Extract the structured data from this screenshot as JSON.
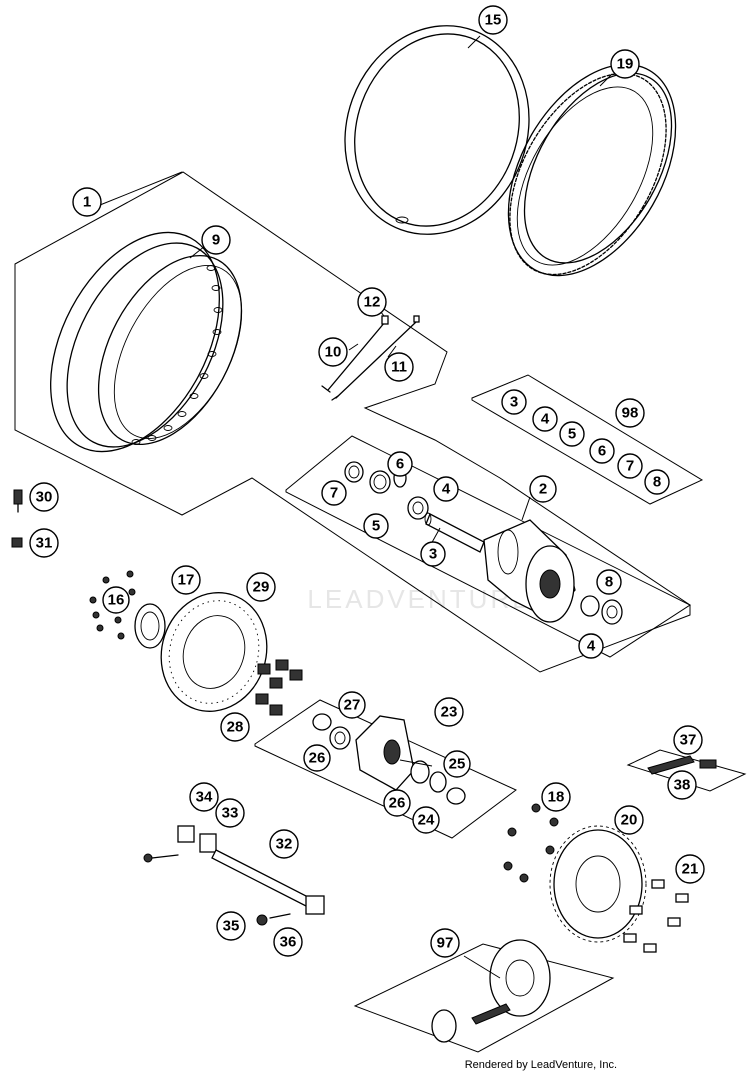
{
  "credit": "Rendered by LeadVenture, Inc.",
  "watermark": "LEADVENTURE",
  "callouts": [
    {
      "id": "c15",
      "label": "15"
    },
    {
      "id": "c19",
      "label": "19"
    },
    {
      "id": "c1",
      "label": "1"
    },
    {
      "id": "c9",
      "label": "9"
    },
    {
      "id": "c12",
      "label": "12"
    },
    {
      "id": "c10",
      "label": "10"
    },
    {
      "id": "c11",
      "label": "11"
    },
    {
      "id": "c3a",
      "label": "3"
    },
    {
      "id": "c4a",
      "label": "4"
    },
    {
      "id": "c98",
      "label": "98"
    },
    {
      "id": "c5a",
      "label": "5"
    },
    {
      "id": "c6a",
      "label": "6"
    },
    {
      "id": "c7a",
      "label": "7"
    },
    {
      "id": "c8a",
      "label": "8"
    },
    {
      "id": "c30",
      "label": "30"
    },
    {
      "id": "c6b",
      "label": "6"
    },
    {
      "id": "c7b",
      "label": "7"
    },
    {
      "id": "c4b",
      "label": "4"
    },
    {
      "id": "c2",
      "label": "2"
    },
    {
      "id": "c31",
      "label": "31"
    },
    {
      "id": "c5b",
      "label": "5"
    },
    {
      "id": "c3b",
      "label": "3"
    },
    {
      "id": "c17",
      "label": "17"
    },
    {
      "id": "c29",
      "label": "29"
    },
    {
      "id": "c16",
      "label": "16"
    },
    {
      "id": "c8b",
      "label": "8"
    },
    {
      "id": "c4c",
      "label": "4"
    },
    {
      "id": "c27",
      "label": "27"
    },
    {
      "id": "c23",
      "label": "23"
    },
    {
      "id": "c28",
      "label": "28"
    },
    {
      "id": "c26a",
      "label": "26"
    },
    {
      "id": "c25",
      "label": "25"
    },
    {
      "id": "c37",
      "label": "37"
    },
    {
      "id": "c26b",
      "label": "26"
    },
    {
      "id": "c24",
      "label": "24"
    },
    {
      "id": "c38",
      "label": "38"
    },
    {
      "id": "c34",
      "label": "34"
    },
    {
      "id": "c33",
      "label": "33"
    },
    {
      "id": "c18",
      "label": "18"
    },
    {
      "id": "c20",
      "label": "20"
    },
    {
      "id": "c32",
      "label": "32"
    },
    {
      "id": "c21",
      "label": "21"
    },
    {
      "id": "c35",
      "label": "35"
    },
    {
      "id": "c36",
      "label": "36"
    },
    {
      "id": "c97",
      "label": "97"
    }
  ]
}
